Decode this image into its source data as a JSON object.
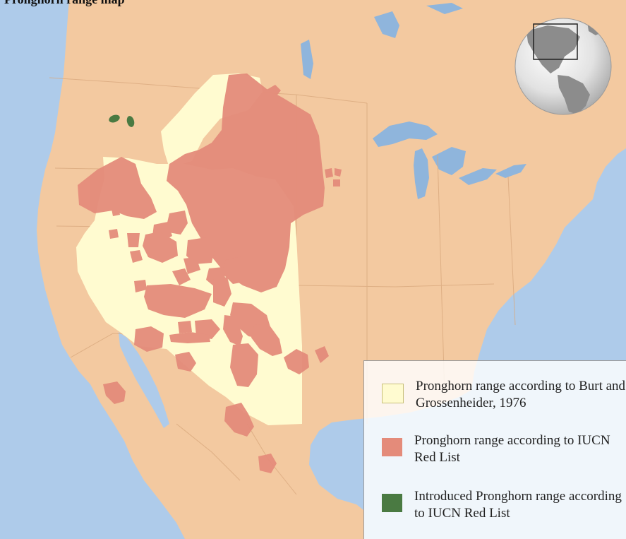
{
  "header": {
    "text": "Pronghorn range map"
  },
  "colors": {
    "ocean": "#aecbea",
    "land": "#f3c9a0",
    "lakes": "#8fb5dc",
    "burt_range": "#fffbd0",
    "iucn_range": "#e48b7a",
    "introduced_range": "#4a7a42",
    "globe_land": "#8c8c8c"
  },
  "legend": {
    "items": [
      {
        "label": "Pronghorn range according to Burt and Grossenheider, 1976",
        "swatch": "burt_range"
      },
      {
        "label": "Pronghorn range according to IUCN Red List",
        "swatch": "iucn_range"
      },
      {
        "label": "Introduced Pronghorn range according to IUCN Red List",
        "swatch": "introduced_range"
      }
    ]
  },
  "inset": {
    "icon": "globe-locator-icon"
  }
}
